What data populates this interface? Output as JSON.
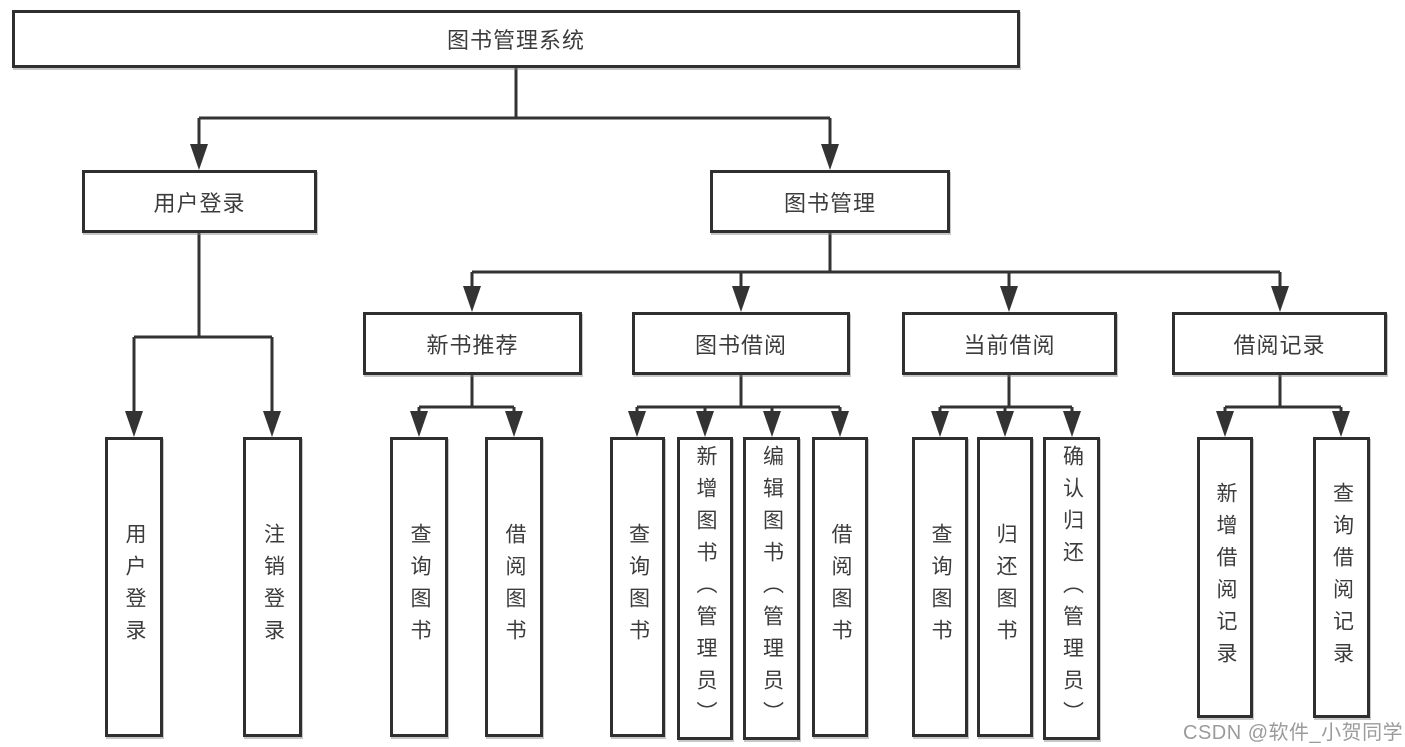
{
  "diagram": {
    "watermark": "CSDN @软件_小贺同学",
    "colors": {
      "line": "#333333",
      "border": "#2f2f2f",
      "text": "#3c3c3c",
      "watermark": "#9b9b9b",
      "background": "#ffffff"
    },
    "nodes": {
      "root": "图书管理系统",
      "user": "用户登录",
      "book": "图书管理",
      "rec": "新书推荐",
      "borrow": "图书借阅",
      "current": "当前借阅",
      "record": "借阅记录"
    },
    "leaves": {
      "user": [
        "用户登录",
        "注销登录"
      ],
      "rec": [
        "查询图书",
        "借阅图书"
      ],
      "borrow": [
        "查询图书",
        "新增图书（管理员）",
        "编辑图书（管理员）",
        "借阅图书"
      ],
      "current": [
        "查询图书",
        "归还图书",
        "确认归还（管理员）"
      ],
      "record": [
        "新增借阅记录",
        "查询借阅记录"
      ]
    }
  }
}
